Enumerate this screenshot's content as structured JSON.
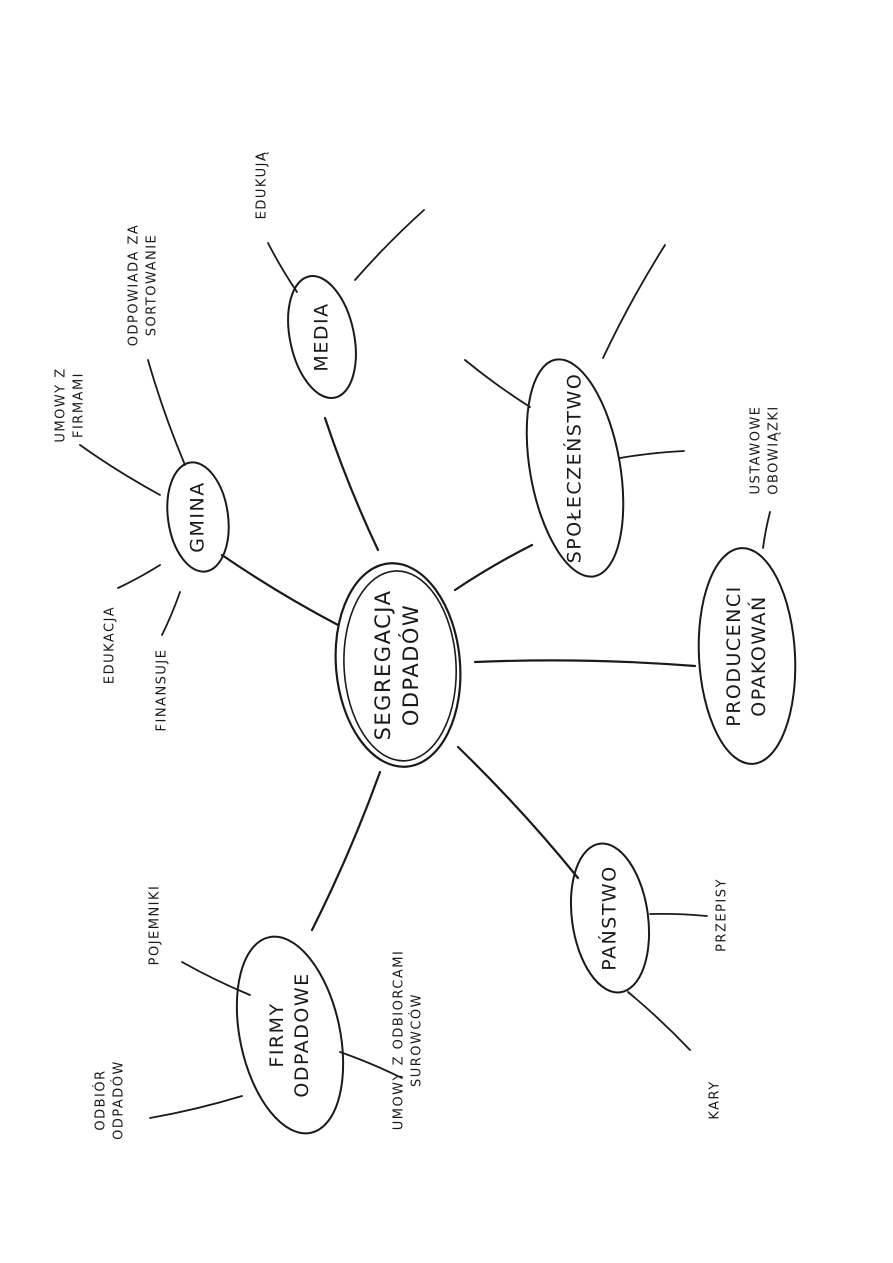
{
  "center": {
    "lines": [
      "SEGREGACJA",
      "ODPADÓW"
    ]
  },
  "nodes": [
    {
      "key": "gmina",
      "lines": [
        "GMINA"
      ],
      "leaves": [
        {
          "key": "umowy",
          "lines": [
            "UMOWY Z",
            "FIRMAMI"
          ]
        },
        {
          "key": "odpowiada",
          "lines": [
            "ODPOWIADA ZA",
            "SORTOWANIE"
          ]
        },
        {
          "key": "edukacja",
          "lines": [
            "EDUKACJA"
          ]
        },
        {
          "key": "finansuje",
          "lines": [
            "FINANSUJE"
          ]
        }
      ]
    },
    {
      "key": "media",
      "lines": [
        "MEDIA"
      ],
      "leaves": [
        {
          "key": "edukuja",
          "lines": [
            "EDUKUJĄ"
          ]
        },
        {
          "key": "blank",
          "lines": []
        }
      ]
    },
    {
      "key": "spoleczenstwo",
      "lines": [
        "SPOŁECZEŃSTWO"
      ],
      "leaves": [
        {
          "key": "blank-a",
          "lines": []
        },
        {
          "key": "blank-b",
          "lines": []
        },
        {
          "key": "blank-c",
          "lines": []
        }
      ]
    },
    {
      "key": "producenci",
      "lines": [
        "PRODUCENCI",
        "OPAKOWAŃ"
      ],
      "leaves": [
        {
          "key": "ustawowe",
          "lines": [
            "USTAWOWE",
            "OBOWIĄZKI"
          ]
        }
      ]
    },
    {
      "key": "panstwo",
      "lines": [
        "PAŃSTWO"
      ],
      "leaves": [
        {
          "key": "przepisy",
          "lines": [
            "PRZEPISY"
          ]
        },
        {
          "key": "kary",
          "lines": [
            "KARY"
          ]
        }
      ]
    },
    {
      "key": "firmy",
      "lines": [
        "FIRMY",
        "ODPADOWE"
      ],
      "leaves": [
        {
          "key": "pojemniki",
          "lines": [
            "POJEMNIKI"
          ]
        },
        {
          "key": "odbior",
          "lines": [
            "ODBIÓR",
            "ODPADÓW"
          ]
        },
        {
          "key": "umowy-surowce",
          "lines": [
            "UMOWY Z ODBIORCAMI",
            "SUROWCÓW"
          ]
        }
      ]
    }
  ]
}
